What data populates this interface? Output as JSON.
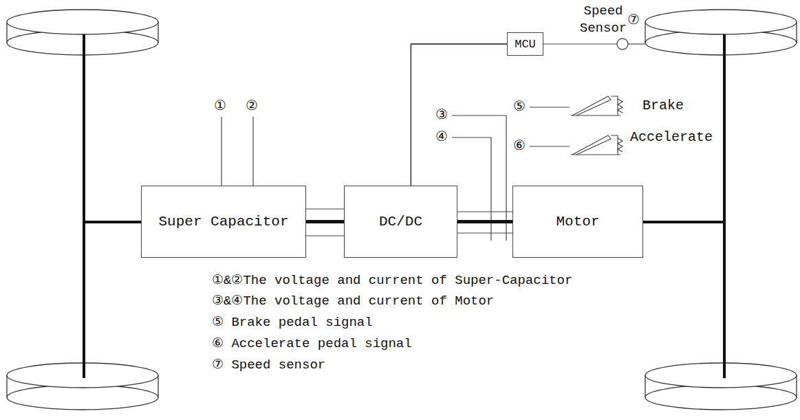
{
  "diagram": {
    "nodes": [
      {
        "text": [
          "MCU"
        ]
      },
      {
        "text": [
          "Super Capacitor"
        ]
      },
      {
        "text": [
          "DC/DC"
        ]
      },
      {
        "text": [
          "Motor"
        ]
      }
    ],
    "edges": [
      {
        "from": 1,
        "to": 2,
        "arrow": "none"
      },
      {
        "from": 2,
        "to": 3,
        "arrow": "none"
      },
      {
        "from": 0,
        "to": 2,
        "arrow": "none"
      }
    ],
    "labels": [
      "Speed Sensor",
      "⑦",
      "①",
      "②",
      "③",
      "⑤",
      "Brake",
      "④",
      "⑥",
      "Accelerate",
      "①&②The voltage and current of Super-Capacitor",
      "③&④The voltage and current of Motor",
      "⑤ Brake pedal signal",
      "⑥ Accelerate pedal signal",
      "⑦ Speed sensor"
    ]
  }
}
